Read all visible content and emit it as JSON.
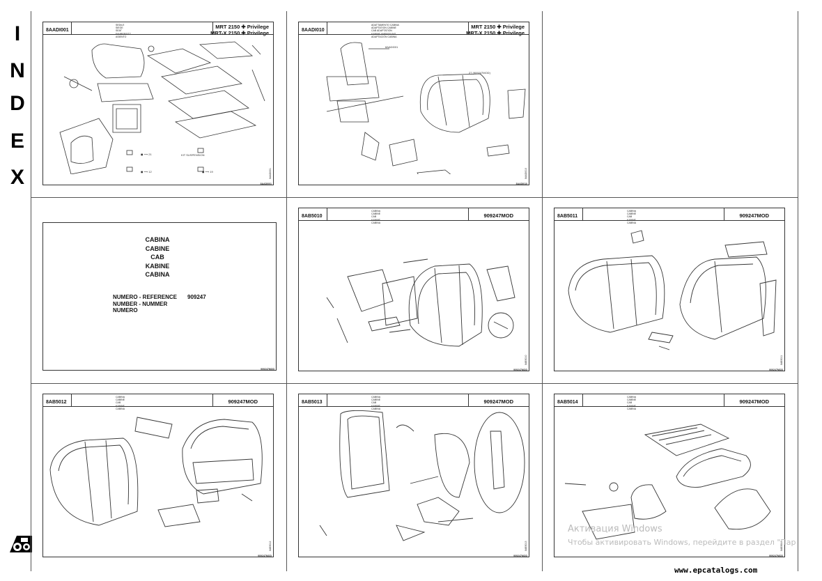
{
  "index_letters": [
    "I",
    "N",
    "D",
    "E",
    "X"
  ],
  "sheets": [
    {
      "code": "8AADI001",
      "subtitle": [
        "SEDILE",
        "SIEGE",
        "SEAT",
        "FAHRERSITZ",
        "ASIENTO"
      ],
      "model": [
        "MRT 2150 ✚ Privilege",
        "MRT-X 2150 ✚ Privilege"
      ],
      "foot": "8AADI001"
    },
    {
      "code": "8AADI010",
      "subtitle": [
        "ADATTAMENTO CABINA",
        "ADAPTATION CABINE",
        "CAB ADAPTATION",
        "KABINE ANPASSUNG",
        "ADAPTACIÓN CABINA"
      ],
      "model": [
        "MRT 2150 ✚ Privilege",
        "MRT-X 2150 ✚ Privilege"
      ],
      "foot": "8AADI010"
    },
    {
      "code": "",
      "subtitle": [],
      "model": [],
      "foot": ""
    },
    {
      "code": "",
      "subtitle": [],
      "model": [],
      "foot": "909247MOD"
    },
    {
      "code": "8AB5010",
      "subtitle": [
        "CABINA",
        "CABINE",
        "CAB",
        "KABINE",
        "CABINA"
      ],
      "model": [
        "909247MOD"
      ],
      "foot": "909247MOD"
    },
    {
      "code": "8AB5011",
      "subtitle": [
        "CABINA",
        "CABINE",
        "CAB",
        "KABINE",
        "CABINA"
      ],
      "model": [
        "909247MOD"
      ],
      "foot": "909247MOD"
    },
    {
      "code": "8AB5012",
      "subtitle": [
        "CABINA",
        "CABINE",
        "CAB",
        "KABINE",
        "CABINA"
      ],
      "model": [
        "909247MOD"
      ],
      "foot": "909247MOD"
    },
    {
      "code": "8AB5013",
      "subtitle": [
        "CABINA",
        "CABINE",
        "CAB",
        "KABINE",
        "CABINA"
      ],
      "model": [
        "909247MOD"
      ],
      "foot": "909247MOD"
    },
    {
      "code": "8AB5014",
      "subtitle": [
        "CABINA",
        "CABINE",
        "CAB",
        "KABINE",
        "CABINA"
      ],
      "model": [
        "909247MOD"
      ],
      "foot": "909247MOD"
    }
  ],
  "cover": {
    "titles": [
      "CABINA",
      "CABINE",
      "CAB",
      "KABINE",
      "CABINA"
    ],
    "ref_labels": [
      "NUMERO - REFERENCE",
      "NUMBER - NUMMER",
      "NUMERO"
    ],
    "ref_value": "909247"
  },
  "watermark": {
    "line1": "Активация Windows",
    "line2": "Чтобы активировать Windows, перейдите в раздел \"Пар"
  },
  "footer_url": "www.epcatalogs.com",
  "colors": {
    "line": "#333333",
    "background": "#ffffff"
  }
}
